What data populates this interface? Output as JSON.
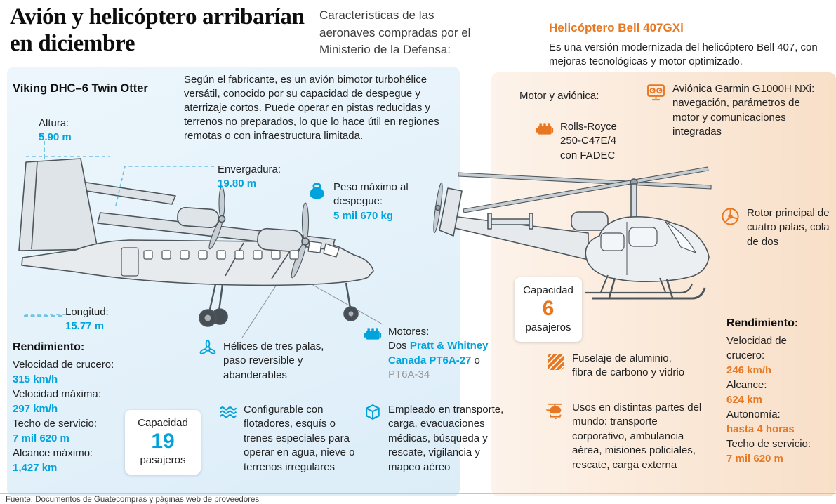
{
  "header": {
    "title": "Avión y helicóptero arribarían en diciembre",
    "subtitle": "Características de las aeronaves compradas por el Ministerio de la Defensa:"
  },
  "footer": {
    "source": "Fuente: Documentos de Guatecompras y páginas web de proveedores"
  },
  "colors": {
    "blue": "#00a3db",
    "orange": "#e87722",
    "panel_blue": "#dcedf8",
    "panel_orange": "#f8dfc8"
  },
  "plane": {
    "name": "Viking DHC–6 Twin Otter",
    "description": "Según el fabricante, es un avión bimotor turbohélice versátil, conocido por su capacidad de despegue y aterrizaje cortos. Puede operar en pistas reducidas y terrenos no preparados, lo que lo hace útil en regiones remotas o con infraestructura limitada.",
    "measures": {
      "altura": {
        "label": "Altura:",
        "value": "5.90 m"
      },
      "envergadura": {
        "label": "Envergadura:",
        "value": "19.80 m"
      },
      "longitud": {
        "label": "Longitud:",
        "value": "15.77 m"
      },
      "peso": {
        "label": "Peso máximo al despegue:",
        "value": "5 mil 670 kg"
      }
    },
    "rendimiento": {
      "title": "Rendimiento:",
      "items": [
        {
          "label": "Velocidad de crucero:",
          "value": "315 km/h"
        },
        {
          "label": "Velocidad máxima:",
          "value": "297 km/h"
        },
        {
          "label": "Techo de servicio:",
          "value": "7 mil 620 m"
        },
        {
          "label": "Alcance máximo:",
          "value": "1,427 km"
        }
      ]
    },
    "capacidad": {
      "label": "Capacidad",
      "number": "19",
      "unit": "pasajeros"
    },
    "helices": {
      "icon": "propeller-icon",
      "text": "Hélices de tres palas, paso reversible y abanderables"
    },
    "motores": {
      "icon": "engine-icon",
      "label": "Motores:",
      "prefix": "Dos ",
      "model": "Pratt & Whitney Canada PT6A-27",
      "conjunction": " o ",
      "alt_model": "PT6A-34"
    },
    "configurable": {
      "icon": "waves-icon",
      "text": "Configurable con flotadores, esquís o trenes especiales para operar en agua, nieve o terrenos irregulares"
    },
    "empleos": {
      "icon": "package-icon",
      "text": "Empleado en transporte, carga, evacuaciones médicas, búsqueda y rescate, vigilancia y mapeo aéreo"
    }
  },
  "helicopter": {
    "name": "Helicóptero Bell 407GXi",
    "description": "Es una versión modernizada del helicóptero Bell 407, con mejoras tecnológicas y motor optimizado.",
    "motor_avionica_label": "Motor y aviónica:",
    "motor": {
      "icon": "engine-icon",
      "text": "Rolls-Royce 250-C47E/4 con FADEC"
    },
    "avionica": {
      "icon": "avionics-display-icon",
      "text": "Aviónica Garmin G1000H NXi: navegación, parámetros de motor y comunicaciones integradas"
    },
    "rotor": {
      "icon": "rotor-icon",
      "text": "Rotor principal de cuatro palas, cola de dos"
    },
    "capacidad": {
      "label": "Capacidad",
      "number": "6",
      "unit": "pasajeros"
    },
    "rendimiento": {
      "title": "Rendimiento:",
      "items": [
        {
          "label": "Velocidad de crucero:",
          "value": "246 km/h"
        },
        {
          "label": "Alcance:",
          "value": "624 km"
        },
        {
          "label": "Autonomía:",
          "value": "hasta 4 horas"
        },
        {
          "label": "Techo de servicio:",
          "value": "7 mil 620 m"
        }
      ]
    },
    "fuselaje": {
      "icon": "weave-icon",
      "text": "Fuselaje de aluminio, fibra de carbono y vidrio"
    },
    "usos": {
      "icon": "helicopter-icon",
      "text": "Usos en distintas partes del mundo: transporte corporativo, ambulancia aérea, misiones policiales, rescate, carga externa"
    }
  }
}
